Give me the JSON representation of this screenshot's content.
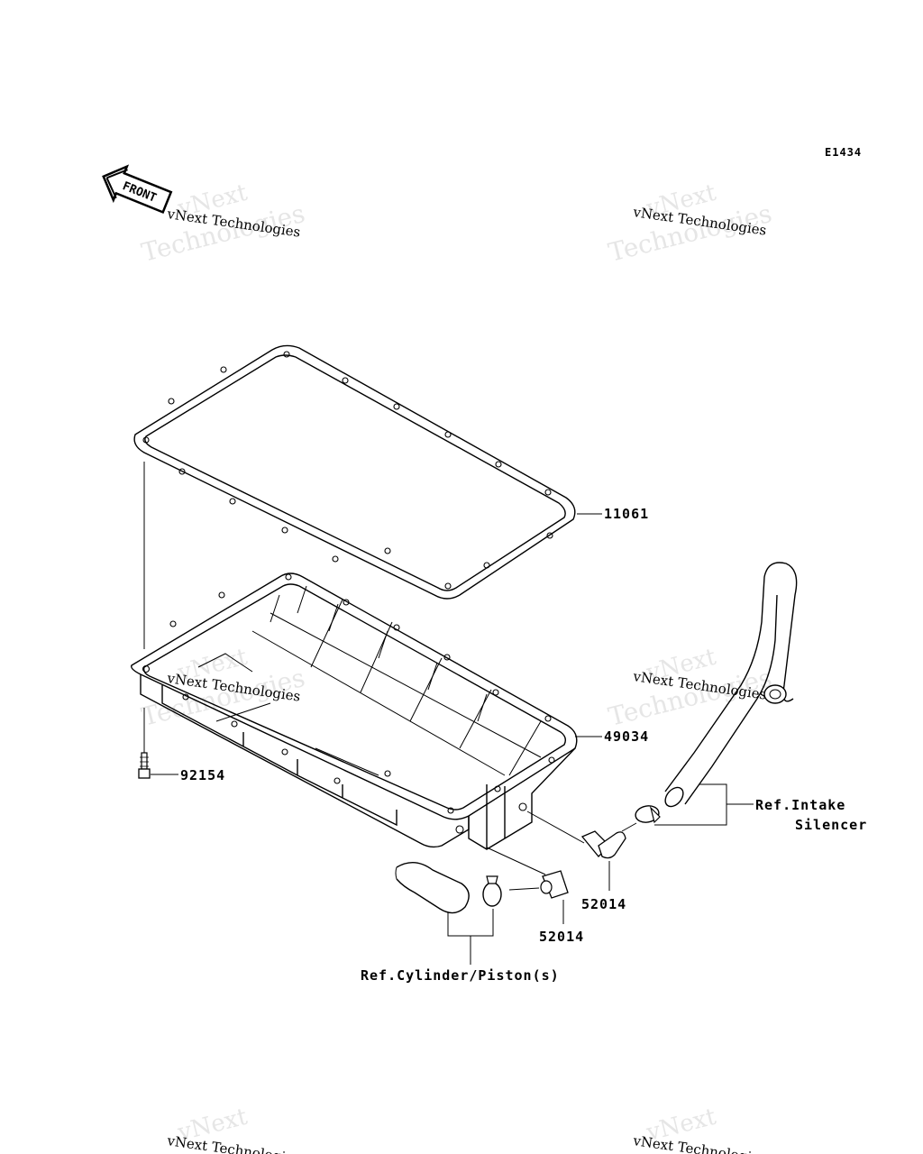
{
  "diagram_code": "E1434",
  "front_label": "FRONT",
  "watermark": {
    "line1": "vNext",
    "line2": "Technologies",
    "small": "vNext Technologies"
  },
  "parts": {
    "gasket": "11061",
    "oil_pan": "49034",
    "bolt": "92154",
    "fitting_upper": "52014",
    "fitting_lower": "52014"
  },
  "refs": {
    "intake_line1": "Ref.Intake",
    "intake_line2": "Silencer",
    "cylinder": "Ref.Cylinder/Piston(s)"
  }
}
